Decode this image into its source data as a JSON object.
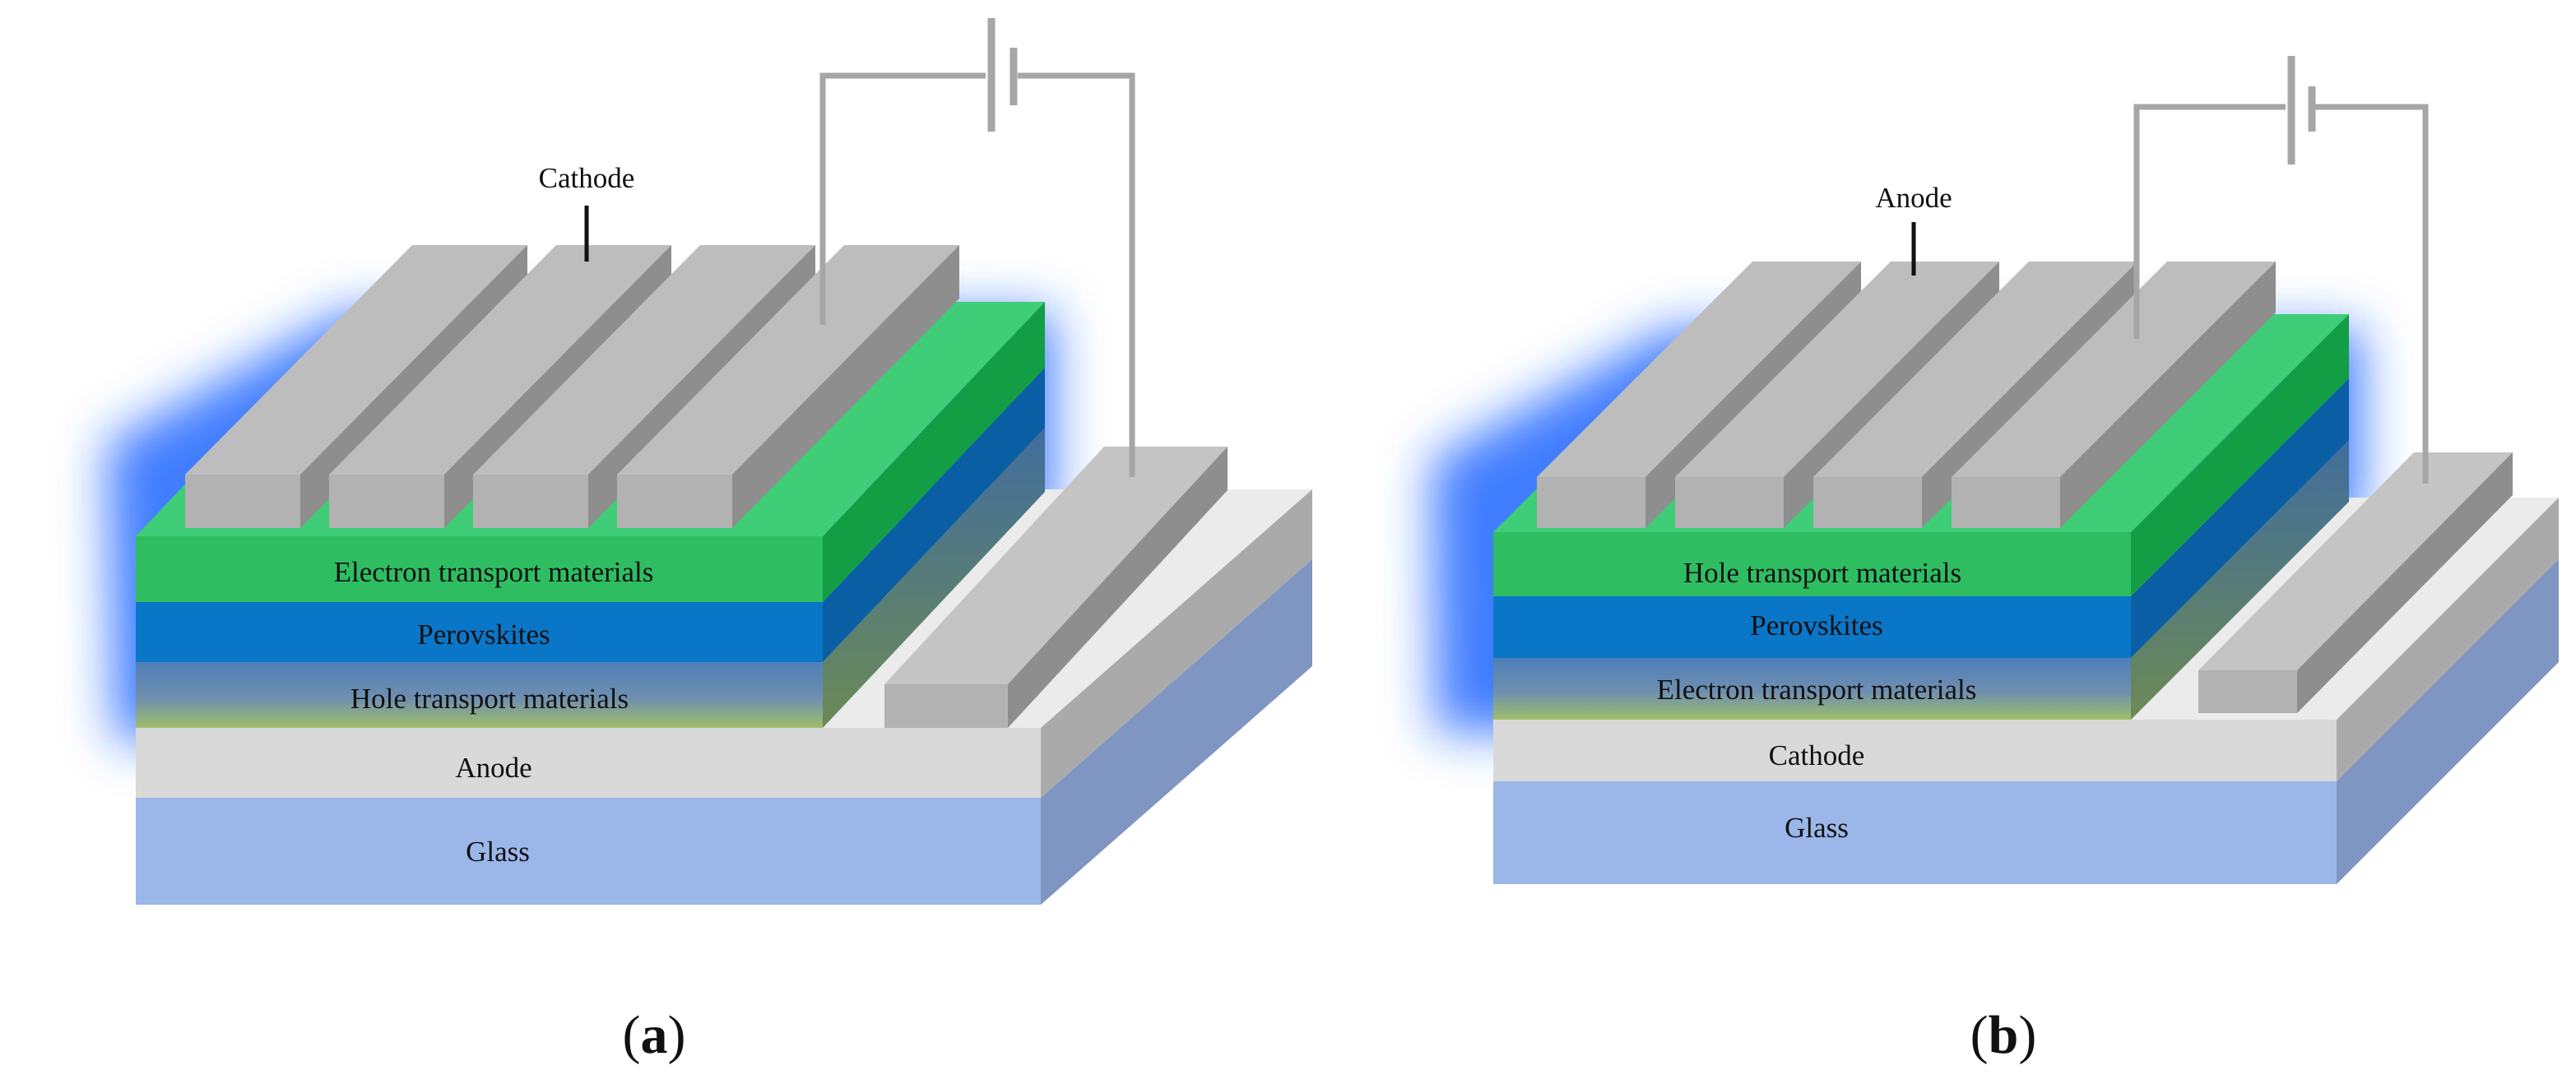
{
  "panels": [
    {
      "id": "a",
      "panel_label": "a",
      "top_electrode_label": "Cathode",
      "layers": {
        "transport_top": "Electron transport materials",
        "active": "Perovskites",
        "transport_bottom": "Hole transport materials",
        "bottom_electrode": "Anode",
        "substrate": "Glass"
      }
    },
    {
      "id": "b",
      "panel_label": "b",
      "top_electrode_label": "Anode",
      "layers": {
        "transport_top": "Hole transport materials",
        "active": "Perovskites",
        "transport_bottom": "Electron transport materials",
        "bottom_electrode": "Cathode",
        "substrate": "Glass"
      }
    }
  ],
  "colors": {
    "glass_front": "#9bb7ea",
    "glass_side": "#7f95c2",
    "glass_top": "#b6c8ee",
    "electrode_front": "#d9d9d9",
    "electrode_side": "#aaaaaa",
    "electrode_top": "#ebebeb",
    "green_front": "#2fbd62",
    "green_top": "#3fcd78",
    "green_side": "#139e46",
    "blue_front": "#0a76c8",
    "blue_side": "#0a5fa4",
    "strip_front": "#b2b2b2",
    "strip_top": "#bdbdbd",
    "strip_side": "#8e8e8e",
    "wire": "#a6a6a6",
    "glow": "#1f66ff"
  }
}
